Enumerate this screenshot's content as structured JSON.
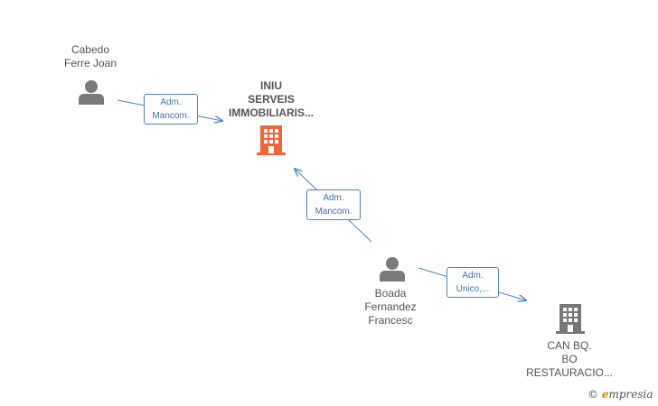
{
  "people": [
    {
      "id": "p1",
      "lines": [
        "Cabedo",
        "Ferre Joan"
      ],
      "icon": "person-icon"
    },
    {
      "id": "p2",
      "lines": [
        "Boada",
        "Fernandez",
        "Francesc"
      ],
      "icon": "person-icon"
    }
  ],
  "companies": [
    {
      "id": "c1",
      "lines": [
        "INIU",
        "SERVEIS",
        "IMMOBILIARIS..."
      ],
      "icon": "building-icon",
      "color": "#f2653a"
    },
    {
      "id": "c2",
      "lines": [
        "CAN BQ.",
        "BO",
        "RESTAURACIO..."
      ],
      "icon": "building-icon",
      "color": "#777777"
    }
  ],
  "edges": [
    {
      "from": "p1",
      "to": "c1",
      "lines": [
        "Adm.",
        "Mancom."
      ]
    },
    {
      "from": "p2",
      "to": "c1",
      "lines": [
        "Adm.",
        "Mancom."
      ]
    },
    {
      "from": "p2",
      "to": "c2",
      "lines": [
        "Adm.",
        "Unico,..."
      ]
    }
  ],
  "colors": {
    "edge": "#4a86c8",
    "person": "#7a7a7a",
    "accent": "#f2653a"
  },
  "brand": {
    "copyright": "©",
    "initial": "e",
    "rest": "mpresia"
  }
}
